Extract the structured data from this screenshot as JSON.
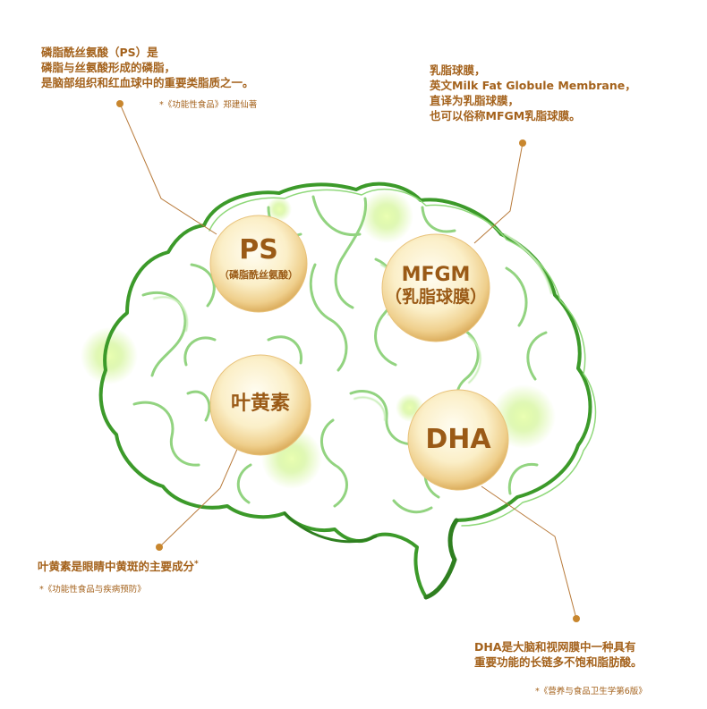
{
  "ps_note": {
    "lines": [
      "磷脂酰丝氨酸（PS）是",
      "磷脂与丝氨酸形成的磷脂，",
      "是脑部组织和红血球中的重要类脂质之一。"
    ],
    "source": "*《功能性食品》郑建仙著"
  },
  "mfgm_note": {
    "lines": [
      "乳脂球膜，",
      "英文Milk Fat Globule Membrane，",
      "直译为乳脂球膜，",
      "也可以俗称MFGM乳脂球膜。"
    ]
  },
  "lutein_note": {
    "line": "叶黄素是眼睛中黄斑的主要成分",
    "star": "*",
    "source": "*《功能性食品与疾病预防》"
  },
  "dha_note": {
    "lines": [
      "DHA是大脑和视网膜中一种具有",
      "重要功能的长链多不饱和脂肪酸。"
    ],
    "source": "*《营养与食品卫生学第6版》"
  },
  "orbs": {
    "ps": {
      "title": "PS",
      "subtitle": "（磷脂酰丝氨酸）"
    },
    "mfgm": {
      "title": "MFGM",
      "subtitle": "（乳脂球膜）"
    },
    "lutein": {
      "title": "叶黄素"
    },
    "dha": {
      "title": "DHA"
    }
  },
  "colors": {
    "text": "#a4621c",
    "brain_outline": "#3c9a2a",
    "brain_inner": "#8fd87a",
    "orb_core": "#fffbe8",
    "orb_edge": "#e3b76a",
    "leader": "#b87a3a"
  }
}
